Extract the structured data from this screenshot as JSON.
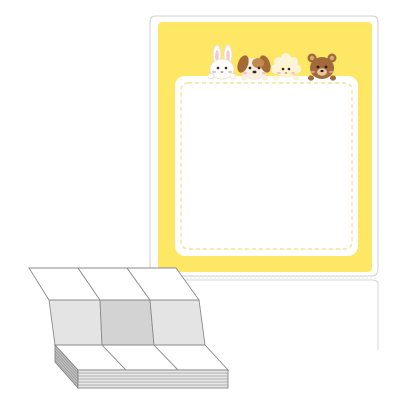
{
  "colors": {
    "label_fill": "#ffe766",
    "frame_fill": "#ffffff",
    "dash": "#f6e8a8",
    "backing_line": "#cfcfcf",
    "stack_fill": "#e2e2e2",
    "stack_shade": "#c9c9c9",
    "stack_edge": "#7d7d7d"
  },
  "illustration": {
    "label_sheet": {
      "animals": [
        "rabbit",
        "puppy",
        "sheep",
        "bear"
      ]
    },
    "fanfold_stack": {
      "visible_labels": 9
    }
  }
}
